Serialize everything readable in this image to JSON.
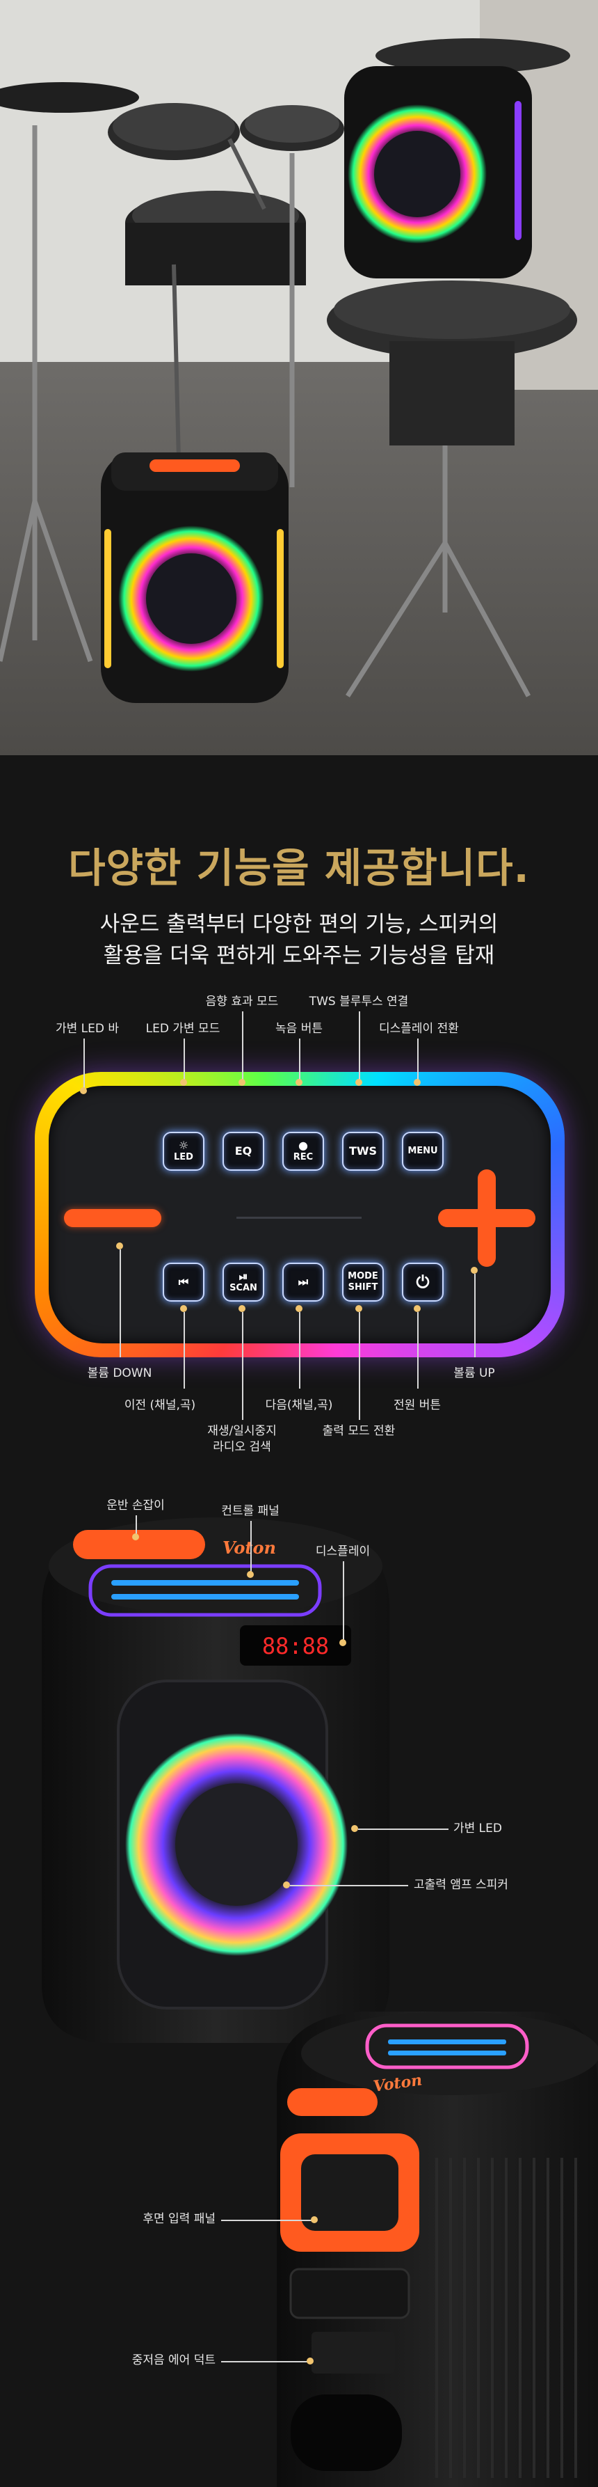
{
  "headline": {
    "title": "다양한 기능을 제공합니다.",
    "sub_line1": "사운드 출력부터 다양한 편의 기능, 스피커의",
    "sub_line2": "활용을 더욱 편하게 도와주는 기능성을 탑재"
  },
  "panel": {
    "buttons_top": [
      {
        "label": "LED",
        "icon": "sun-icon"
      },
      {
        "label": "EQ",
        "icon": ""
      },
      {
        "label": "REC",
        "icon": "record-dot-icon"
      },
      {
        "label": "TWS",
        "icon": ""
      },
      {
        "label": "MENU",
        "icon": ""
      }
    ],
    "buttons_bottom": [
      {
        "label": "",
        "icon": "previous-icon"
      },
      {
        "label": "SCAN",
        "icon": "play-pause-icon"
      },
      {
        "label": "",
        "icon": "next-icon"
      },
      {
        "label": "MODE",
        "label2": "SHIFT",
        "icon": ""
      },
      {
        "label": "",
        "icon": "power-icon"
      }
    ],
    "labels": {
      "led_bar": "가변 LED 바",
      "led_mode": "LED 가변 모드",
      "sound_effect": "음향 효과 모드",
      "record": "녹음 버튼",
      "tws": "TWS 블루투스 연결",
      "display": "디스플레이 전환",
      "volume_down": "볼륨 DOWN",
      "previous": "이전 (채널,곡)",
      "play_line1": "재생/일시중지",
      "play_line2": "라디오 검색",
      "next": "다음(채널,곡)",
      "mode": "출력 모드 전환",
      "power": "전원 버튼",
      "volume_up": "볼륨 UP"
    }
  },
  "product_front": {
    "brand": "Voton",
    "display_text": "88:88",
    "labels": {
      "handle": "운반 손잡이",
      "control_panel": "컨트롤 패널",
      "display": "디스플레이",
      "led": "가변 LED",
      "speaker": "고출력 앰프 스피커"
    }
  },
  "product_back": {
    "brand": "Voton",
    "labels": {
      "rear_panel": "후면 입력 패널",
      "bass_port": "중저음 에어 덕트"
    }
  },
  "colors": {
    "gold": "#caa75d",
    "orange": "#ff5a1f",
    "dot": "#f1c46f",
    "bg": "#151515"
  }
}
